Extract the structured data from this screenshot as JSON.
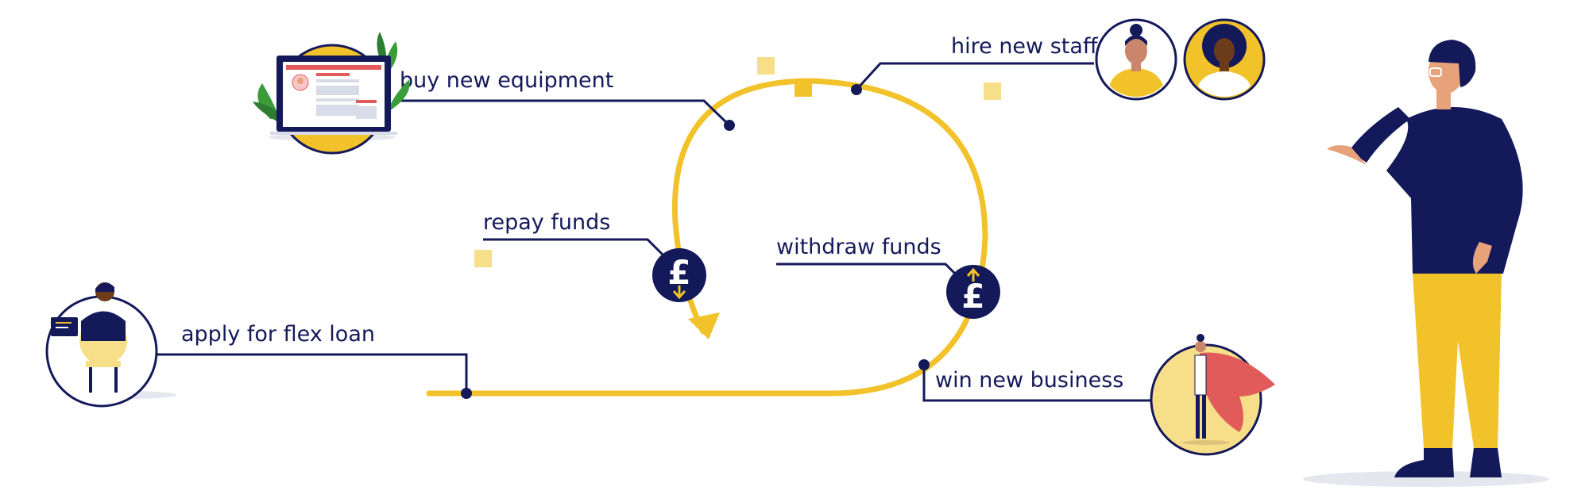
{
  "labels": {
    "apply": "apply for flex loan",
    "buy": "buy new equipment",
    "hire": "hire new staff",
    "repay": "repay funds",
    "withdraw": "withdraw funds",
    "win": "win new business"
  },
  "symbols": {
    "currency": "£"
  },
  "icons": {
    "repay": "pound-down-arrow-icon",
    "withdraw": "pound-up-arrow-icon"
  },
  "colors": {
    "navy": "#14195a",
    "yellow": "#f2c22b",
    "pale_yellow": "#f7df8a",
    "light_grey": "#e5e6ee",
    "red": "#e25b5b",
    "skin_light": "#e8a27a",
    "skin_dark": "#6b3b1a"
  }
}
